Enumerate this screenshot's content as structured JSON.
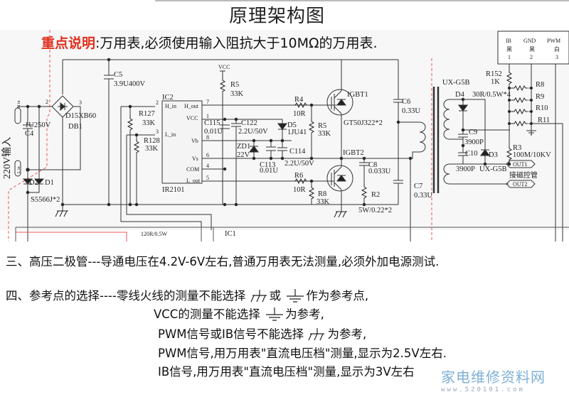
{
  "title": "原理架构图",
  "key_note": {
    "label": "重点说明",
    "text": ":万用表,必须使用输入阻抗大于10MΩ的万用表."
  },
  "schematic": {
    "input_label": "220V输入",
    "connector_labels": [
      "N in",
      "L in"
    ],
    "components": {
      "c4": {
        "name": "C4",
        "value": "1U250V"
      },
      "c5": {
        "name": "C5",
        "value": "3.9U400V"
      },
      "db1": {
        "name": "DB1",
        "value": "D15XB60",
        "pin2": "2",
        "pin3": "3",
        "plus": "+",
        "minus": "-"
      },
      "d1": {
        "name": "D1"
      },
      "d2": {
        "name": "D2",
        "value": "S5566J*2"
      },
      "ic2": {
        "name": "IC2",
        "part": "IR2101",
        "left_pins": [
          {
            "label": "H_in",
            "num": "2"
          },
          {
            "label": "L_in",
            "num": "3"
          }
        ],
        "right_pins": [
          {
            "label": "H_out",
            "num": "7"
          },
          {
            "label": "VCC",
            "num": "1"
          },
          {
            "label": "Vb",
            "num": "8"
          },
          {
            "label": "Vs",
            "num": "6"
          },
          {
            "label": "COM",
            "num": "4"
          },
          {
            "label": "L_out",
            "num": "5"
          }
        ]
      },
      "r127": {
        "name": "R127",
        "value": "33K"
      },
      "r128": {
        "name": "R128",
        "value": "33K"
      },
      "vcc_label": "VCC",
      "r5_top": {
        "name": "R5",
        "value": "33K"
      },
      "c115": {
        "name": "C115",
        "value": "0.01U"
      },
      "c122": {
        "name": "C122",
        "value": "2.2U/50V"
      },
      "d5": {
        "name": "D5",
        "value": "1JU41"
      },
      "zd1": {
        "name": "ZD1",
        "value": "22V"
      },
      "c113": {
        "name": "C113",
        "value": "0.01U"
      },
      "c114": {
        "name": "C114",
        "value": "2.2U/50V"
      },
      "r4": {
        "name": "R4",
        "value": "10R"
      },
      "r5_gate": {
        "name": "R5",
        "value": "33K"
      },
      "r6": {
        "name": "R6",
        "value": "10R"
      },
      "r8": {
        "name": "R8",
        "value": "33K"
      },
      "igbt1": {
        "name": "IGBT1",
        "value": "GT50J322*2"
      },
      "igbt2": {
        "name": "IGBT2"
      },
      "c6": {
        "name": "C6",
        "value": "0.33U"
      },
      "c7": {
        "name": "C7",
        "value": "0.33U"
      },
      "c8": {
        "name": "C8",
        "value": "0.033U"
      },
      "r2": {
        "name": "R2",
        "value": "5W/0.22*2"
      },
      "transformer": {
        "name": "UX-G5B"
      },
      "d4": {
        "name": "D4"
      },
      "d3": {
        "name": "D3",
        "value": "UX-G5B"
      },
      "c9": {
        "name": "C9",
        "value": "3900P"
      },
      "c10": {
        "name": "C10",
        "value": "3900P"
      },
      "r152": {
        "name": "R152",
        "value": "1K"
      },
      "r8_r11": {
        "value": "30R/0.5W*4",
        "names": [
          "R8",
          "R9",
          "R10",
          "R11"
        ]
      },
      "r3": {
        "name": "R3",
        "value": "100M/10KV"
      },
      "out1": "OUT1",
      "out2": "OUT2",
      "out_note": "接磁控管",
      "connector": {
        "cols": [
          {
            "signal": "IB",
            "color": "黑",
            "pin": "1"
          },
          {
            "signal": "GND",
            "color": "黑",
            "pin": "2"
          },
          {
            "signal": "PWM",
            "color": "白",
            "pin": "3"
          }
        ]
      },
      "bottom_labels": {
        "r_bottom": "120R/0.5W",
        "ic1": "IC1"
      }
    }
  },
  "notes": {
    "three": "三、高压二极管---导通电压在4.2V-6V左右,普通万用表无法测量,必须外加电源测试.",
    "four_head": "四、参考点的选择----",
    "four_line1_a": "零线火线的测量不能选择",
    "four_line1_or": "或",
    "four_line1_b": "作为参考点,",
    "line2_a": "VCC的测量不能选择",
    "line2_b": "为参考,",
    "line3_a": "PWM信号或IB信号不能选择",
    "line3_b": "为参考,",
    "line4": "PWM信号,用万用表\"直流电压档\"测量,显示为2.5V左右.",
    "line5": "IB信号,用万用表\"直流电压档\"测量,显示为3V左右"
  },
  "watermark": {
    "site_cn": "家电维修资料网",
    "url": "www.520101.com"
  },
  "icons": {
    "chassis_ground": "chassis-ground-icon",
    "signal_ground": "ground-icon"
  }
}
